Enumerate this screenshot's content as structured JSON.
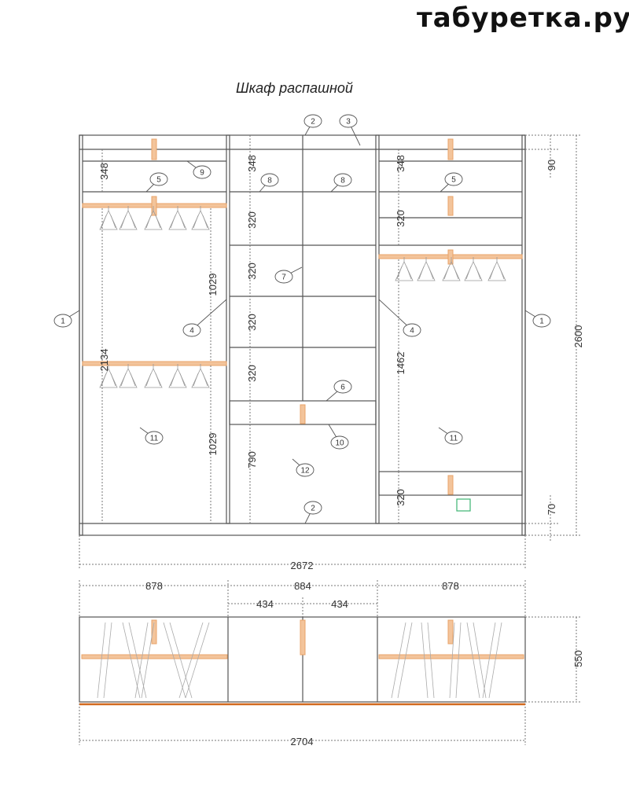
{
  "site_logo": "табуретка.ру",
  "title": "Шкаф распашной",
  "dimensions": {
    "total_width_front": "2672",
    "total_width_top": "2704",
    "total_height": "2600",
    "depth": "550",
    "cornice": "90",
    "plinth": "70",
    "left_section_width": "878",
    "center_section_width": "884",
    "right_section_width": "878",
    "center_door_left": "434",
    "center_door_right": "434",
    "left_top_shelf": "348",
    "left_upper_hang": "1029",
    "left_lower_hang": "1029",
    "left_total_hang": "2134",
    "center_top_shelf": "348",
    "center_shelf_1": "320",
    "center_shelf_2": "320",
    "center_shelf_3": "320",
    "center_shelf_4": "320",
    "center_bottom": "790",
    "right_top_shelf": "348",
    "right_shelf_1": "320",
    "right_hang": "1462",
    "right_bottom_shelf": "320"
  },
  "callouts": {
    "c1_left": "1",
    "c1_right": "1",
    "c2_top": "2",
    "c2_bottom": "2",
    "c3": "3",
    "c4_left": "4",
    "c4_right": "4",
    "c5_left": "5",
    "c5_right": "5",
    "c6": "6",
    "c7": "7",
    "c8_left": "8",
    "c8_right": "8",
    "c9": "9",
    "c10": "10",
    "c11_left": "11",
    "c11_right": "11",
    "c12": "12"
  },
  "colors": {
    "line": "#555555",
    "dim_line": "#777777",
    "rail": "#e8a368",
    "plinth_edge": "#d2691e",
    "marker": "#3cb371"
  }
}
